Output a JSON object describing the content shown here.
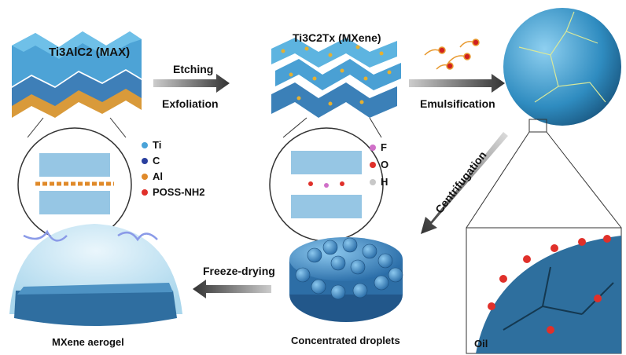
{
  "max_label": {
    "formula": "Ti3AlC2",
    "tag": "(MAX)"
  },
  "mxene_label": {
    "formula": "Ti3C2Tx",
    "tag": "(MXene)"
  },
  "steps": {
    "etching": "Etching",
    "exfoliation": "Exfoliation",
    "emulsification": "Emulsification",
    "centrifugation": "Centrifugation",
    "freeze_drying": "Freeze-drying"
  },
  "legend_left": [
    {
      "label": "Ti",
      "color": "#4aa3d8"
    },
    {
      "label": "C",
      "color": "#2a3f9e"
    },
    {
      "label": "Al",
      "color": "#e08a2a"
    },
    {
      "label": "POSS-NH2",
      "color": "#e0302a"
    }
  ],
  "legend_right": [
    {
      "label": "F",
      "color": "#d070c8"
    },
    {
      "label": "O",
      "color": "#e0302a"
    },
    {
      "label": "H",
      "color": "#c8c8c8"
    }
  ],
  "products": {
    "aerogel": "MXene aerogel",
    "droplets": "Concentrated droplets",
    "oil": "Oil"
  }
}
